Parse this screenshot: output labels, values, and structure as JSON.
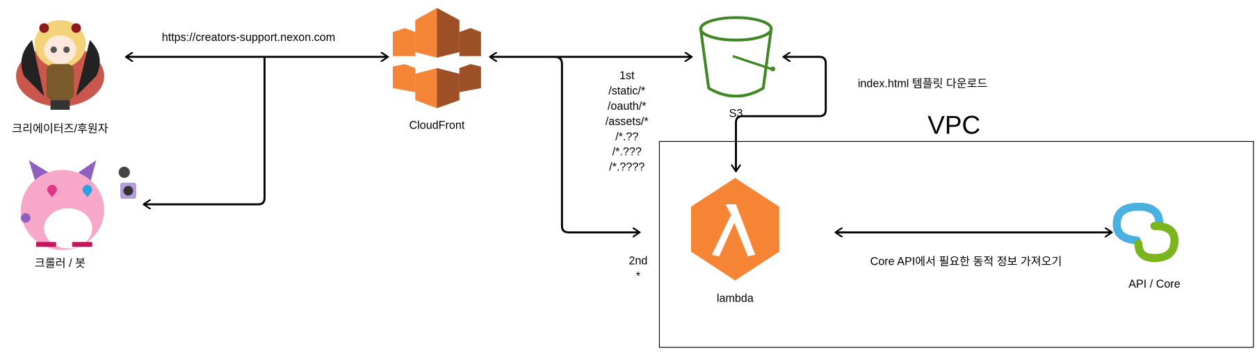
{
  "nodes": {
    "creator": {
      "label": "크리에이터즈/후원자"
    },
    "bot": {
      "label": "크롤러 / 봇"
    },
    "cloudfront": {
      "label": "CloudFront"
    },
    "s3": {
      "label": "S3"
    },
    "lambda": {
      "label": "lambda"
    },
    "api_core": {
      "label": "API / Core"
    }
  },
  "groups": {
    "vpc": {
      "label": "VPC"
    }
  },
  "edges": {
    "url": "https://creators-support.nexon.com",
    "first_rule": [
      "1st",
      "/static/*",
      "/oauth/*",
      "/assets/*",
      "/*.??",
      "/*.???",
      "/*.????"
    ],
    "second_rule": [
      "2nd",
      "*"
    ],
    "s3_lambda": "index.html 템플릿 다운로드",
    "lambda_api": "Core API에서 필요한 동적 정보 가져오기"
  },
  "colors": {
    "aws_orange": "#F58536",
    "s3_green": "#3F8624",
    "lambda_orange": "#F58534",
    "api_blue": "#4AB0DF",
    "api_green": "#7AB51D"
  }
}
